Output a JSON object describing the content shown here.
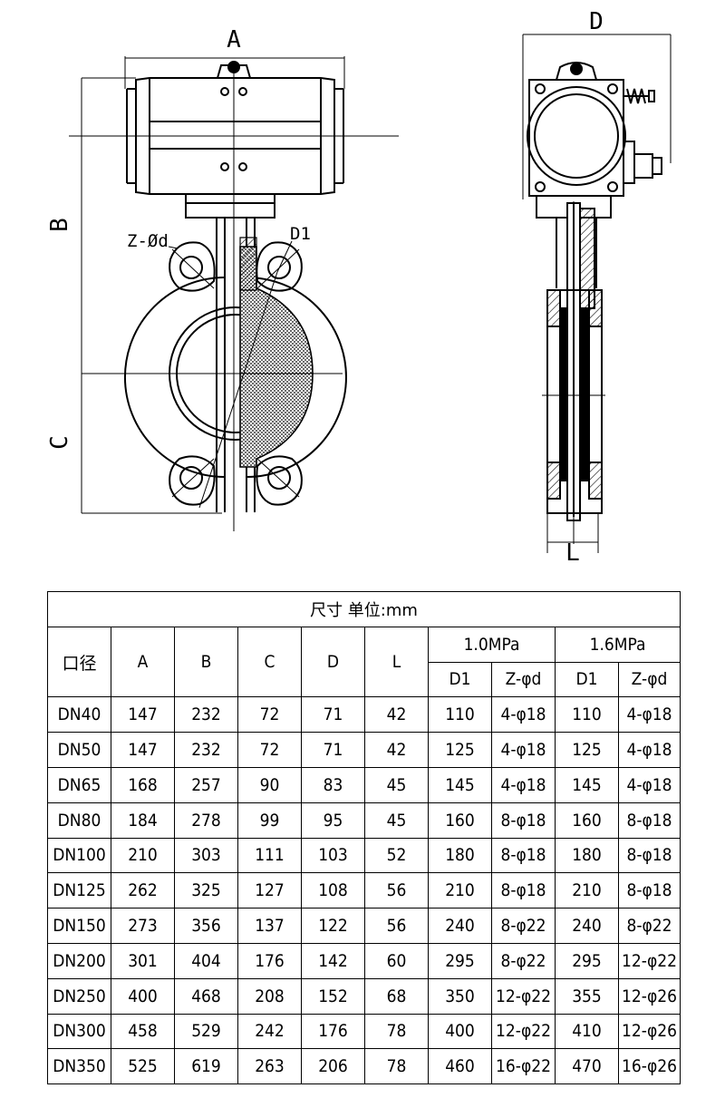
{
  "drawing": {
    "labels": {
      "a": "A",
      "b": "B",
      "c": "C",
      "d": "D",
      "l": "L",
      "d1": "D1",
      "z_d": "Z-Ød"
    }
  },
  "table": {
    "title": "尺寸  单位:mm",
    "headers": {
      "size": "口径",
      "a": "A",
      "b": "B",
      "c": "C",
      "d": "D",
      "l": "L",
      "p10": "1.0MPa",
      "p16": "1.6MPa",
      "d1": "D1",
      "zd": "Z-φd"
    },
    "rows": [
      [
        "DN40",
        "147",
        "232",
        "72",
        "71",
        "42",
        "110",
        "4-φ18",
        "110",
        "4-φ18"
      ],
      [
        "DN50",
        "147",
        "232",
        "72",
        "71",
        "42",
        "125",
        "4-φ18",
        "125",
        "4-φ18"
      ],
      [
        "DN65",
        "168",
        "257",
        "90",
        "83",
        "45",
        "145",
        "4-φ18",
        "145",
        "4-φ18"
      ],
      [
        "DN80",
        "184",
        "278",
        "99",
        "95",
        "45",
        "160",
        "8-φ18",
        "160",
        "8-φ18"
      ],
      [
        "DN100",
        "210",
        "303",
        "111",
        "103",
        "52",
        "180",
        "8-φ18",
        "180",
        "8-φ18"
      ],
      [
        "DN125",
        "262",
        "325",
        "127",
        "108",
        "56",
        "210",
        "8-φ18",
        "210",
        "8-φ18"
      ],
      [
        "DN150",
        "273",
        "356",
        "137",
        "122",
        "56",
        "240",
        "8-φ22",
        "240",
        "8-φ22"
      ],
      [
        "DN200",
        "301",
        "404",
        "176",
        "142",
        "60",
        "295",
        "8-φ22",
        "295",
        "12-φ22"
      ],
      [
        "DN250",
        "400",
        "468",
        "208",
        "152",
        "68",
        "350",
        "12-φ22",
        "355",
        "12-φ26"
      ],
      [
        "DN300",
        "458",
        "529",
        "242",
        "176",
        "78",
        "400",
        "12-φ22",
        "410",
        "12-φ26"
      ],
      [
        "DN350",
        "525",
        "619",
        "263",
        "206",
        "78",
        "460",
        "16-φ22",
        "470",
        "16-φ26"
      ]
    ]
  }
}
